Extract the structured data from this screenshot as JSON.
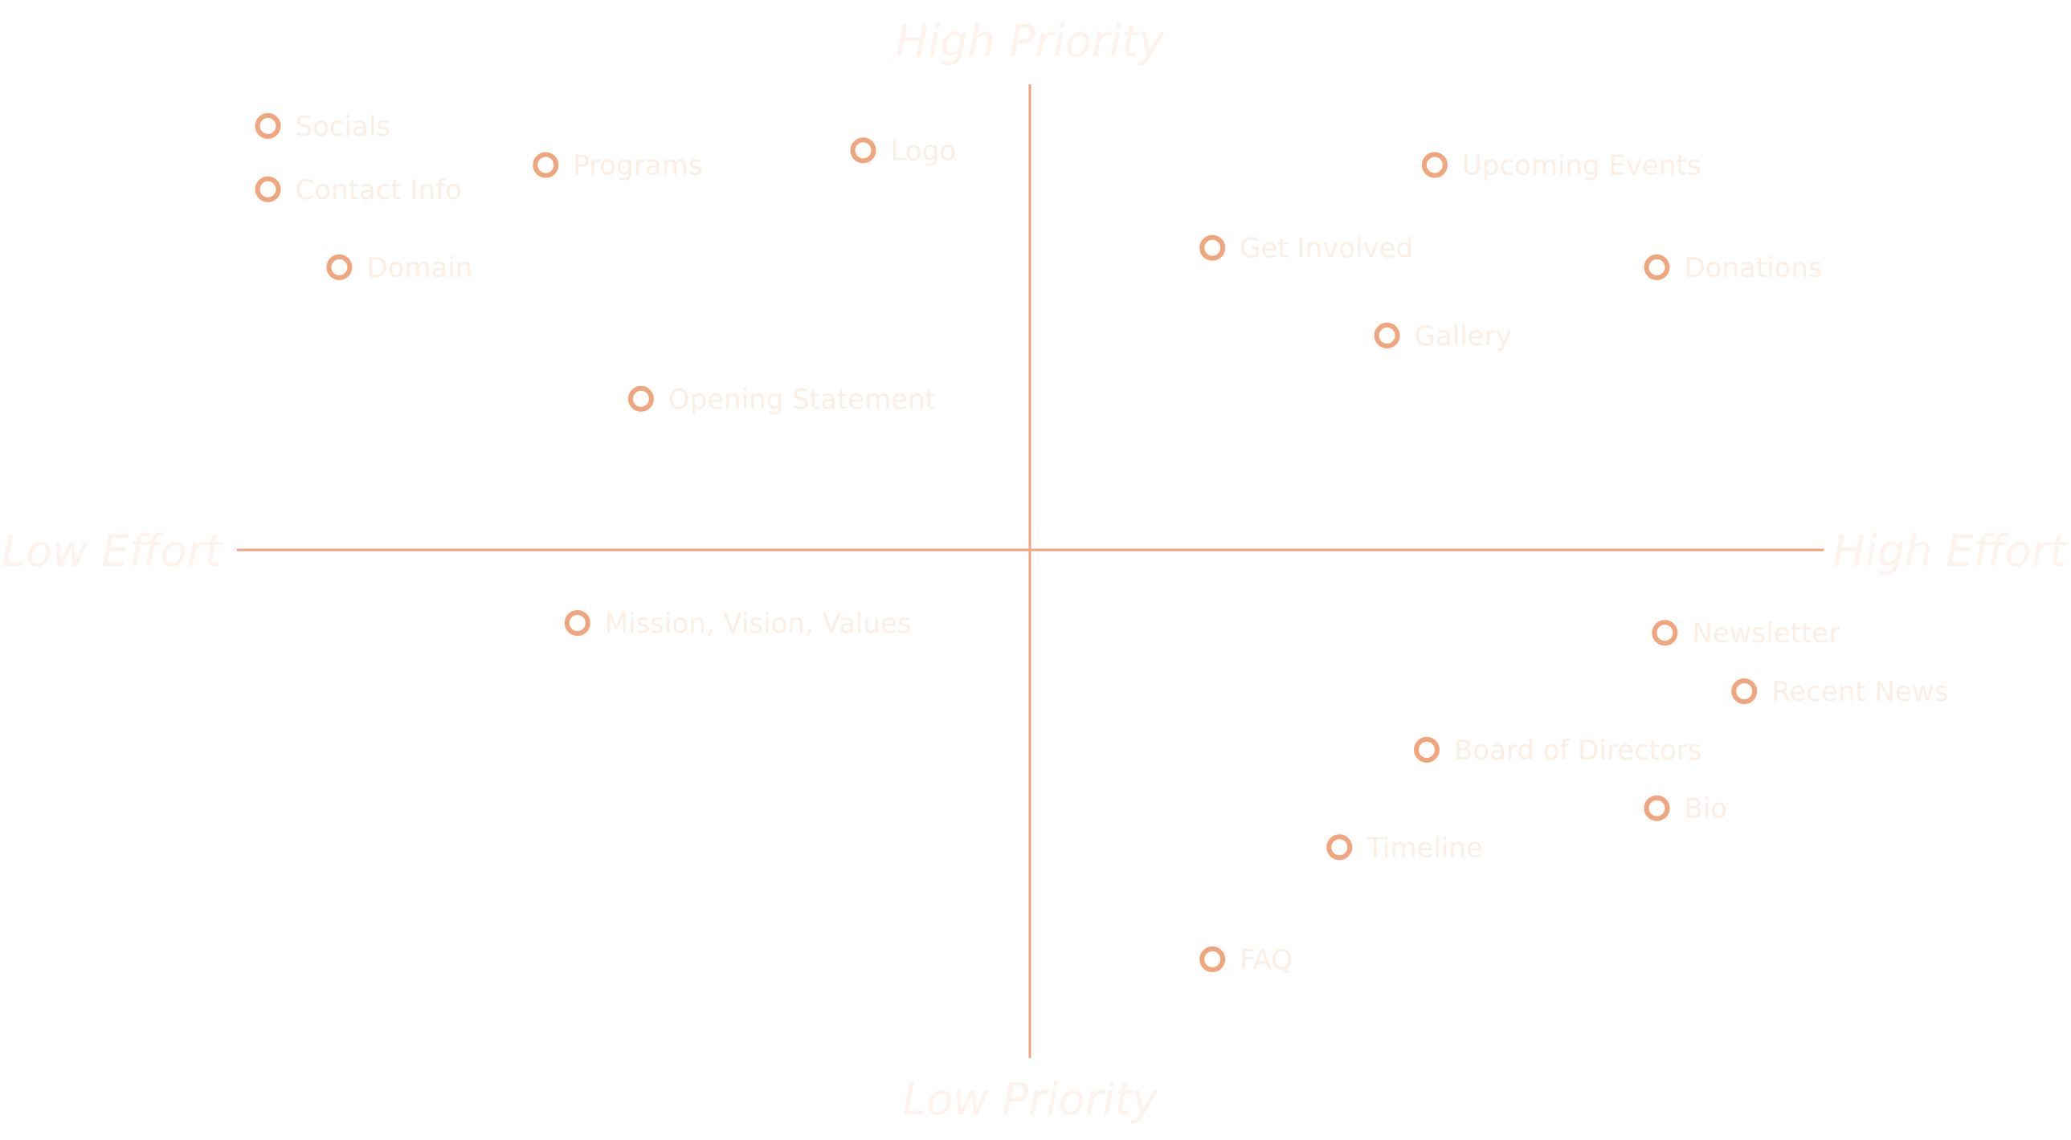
{
  "chart_data": {
    "type": "scatter",
    "colors": {
      "accent": "#f0a57c",
      "label_text": "#fbeee4",
      "axis_text": "#fdf3ec"
    },
    "axes": {
      "top": "High Priority",
      "bottom": "Low Priority",
      "left": "Low Effort",
      "right": "High Effort"
    },
    "xlim": [
      -10,
      10
    ],
    "ylim": [
      -10,
      10
    ],
    "points": [
      {
        "label": "Socials",
        "x": -9.6,
        "y": 8.7
      },
      {
        "label": "Contact Info",
        "x": -9.6,
        "y": 7.4
      },
      {
        "label": "Domain",
        "x": -8.7,
        "y": 5.8
      },
      {
        "label": "Programs",
        "x": -6.1,
        "y": 7.9
      },
      {
        "label": "Logo",
        "x": -2.1,
        "y": 8.2
      },
      {
        "label": "Opening Statement",
        "x": -4.9,
        "y": 3.1
      },
      {
        "label": "Upcoming Events",
        "x": 5.1,
        "y": 7.9
      },
      {
        "label": "Get Involved",
        "x": 2.3,
        "y": 6.2
      },
      {
        "label": "Donations",
        "x": 7.9,
        "y": 5.8
      },
      {
        "label": "Gallery",
        "x": 4.5,
        "y": 4.4
      },
      {
        "label": "Mission, Vision, Values",
        "x": -5.7,
        "y": -1.5
      },
      {
        "label": "Newsletter",
        "x": 8.0,
        "y": -1.7
      },
      {
        "label": "Recent News",
        "x": 9.0,
        "y": -2.9
      },
      {
        "label": "Board of Directors",
        "x": 5.0,
        "y": -4.1
      },
      {
        "label": "Bio",
        "x": 7.9,
        "y": -5.3
      },
      {
        "label": "Timeline",
        "x": 3.9,
        "y": -6.1
      },
      {
        "label": "FAQ",
        "x": 2.3,
        "y": -8.4
      }
    ]
  }
}
